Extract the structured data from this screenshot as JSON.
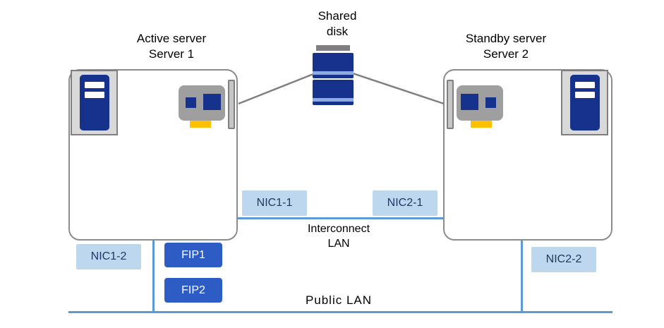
{
  "colors": {
    "dark_blue": "#16328c",
    "tag_bg": "#bdd7ee",
    "tag_text": "#1f3864",
    "fip_bg": "#2e5cc5",
    "lan_line_blue": "#5b9bd5",
    "cable_gray": "#7f7f7f",
    "card_gray": "#9f9f9f",
    "edge_connector_yellow": "#ffc000"
  },
  "shared_disk": {
    "label": "Shared\ndisk"
  },
  "server1": {
    "title": "Active server\nServer 1"
  },
  "server2": {
    "title": "Standby server\nServer 2"
  },
  "tags": {
    "nic1_1": "NIC1-1",
    "nic2_1": "NIC2-1",
    "nic1_2": "NIC1-2",
    "nic2_2": "NIC2-2",
    "fip1": "FIP1",
    "fip2": "FIP2"
  },
  "lans": {
    "interconnect": "Interconnect\nLAN",
    "public": "Public LAN"
  }
}
